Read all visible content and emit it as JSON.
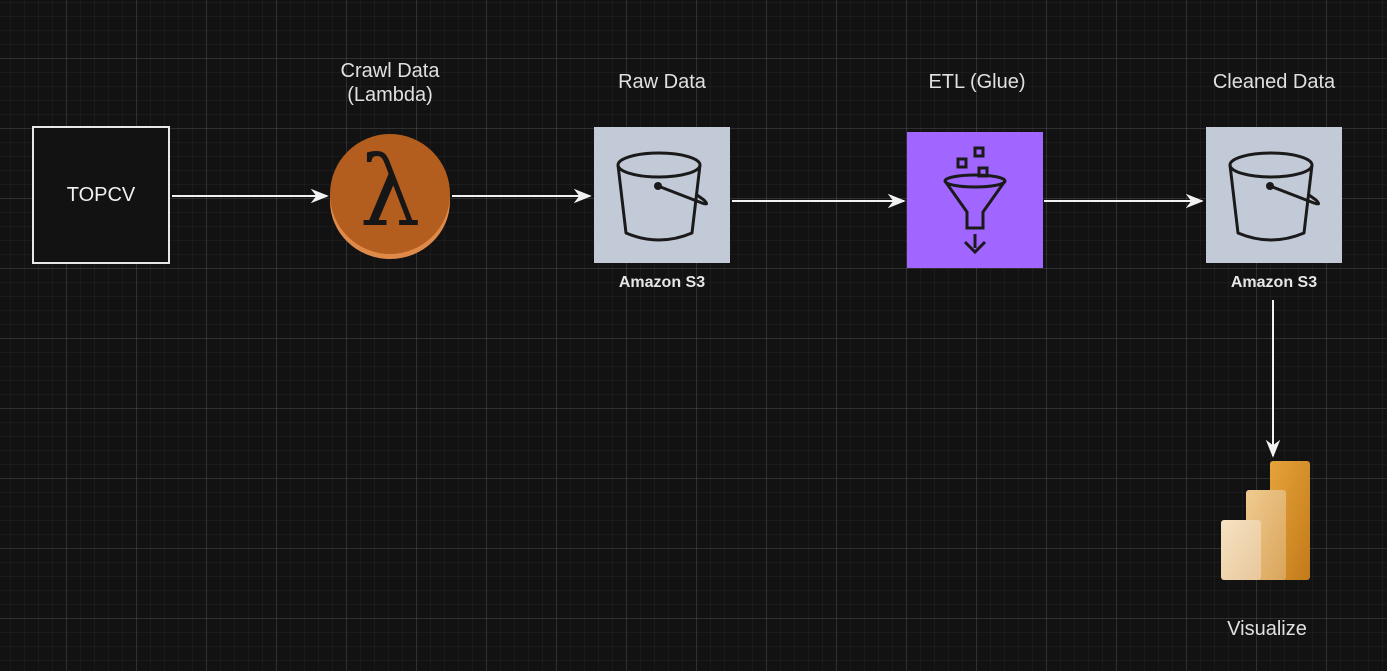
{
  "nodes": {
    "topcv": {
      "label": "TOPCV"
    },
    "lambda": {
      "label": "Crawl Data\n(Lambda)",
      "glyph": "λ",
      "icon": "aws-lambda-icon",
      "color": "#b35d1e"
    },
    "raw": {
      "label": "Raw Data",
      "caption": "Amazon S3",
      "icon": "amazon-s3-bucket-icon",
      "color": "#c3cad7"
    },
    "glue": {
      "label": "ETL (Glue)",
      "icon": "aws-glue-icon",
      "color": "#a166ff"
    },
    "cleaned": {
      "label": "Cleaned Data",
      "caption": "Amazon S3",
      "icon": "amazon-s3-bucket-icon",
      "color": "#c3cad7"
    },
    "visualize": {
      "label": "Visualize",
      "icon": "power-bi-icon"
    }
  },
  "edges": [
    {
      "from": "topcv",
      "to": "lambda"
    },
    {
      "from": "lambda",
      "to": "raw"
    },
    {
      "from": "raw",
      "to": "glue"
    },
    {
      "from": "glue",
      "to": "cleaned"
    },
    {
      "from": "cleaned",
      "to": "visualize"
    }
  ]
}
